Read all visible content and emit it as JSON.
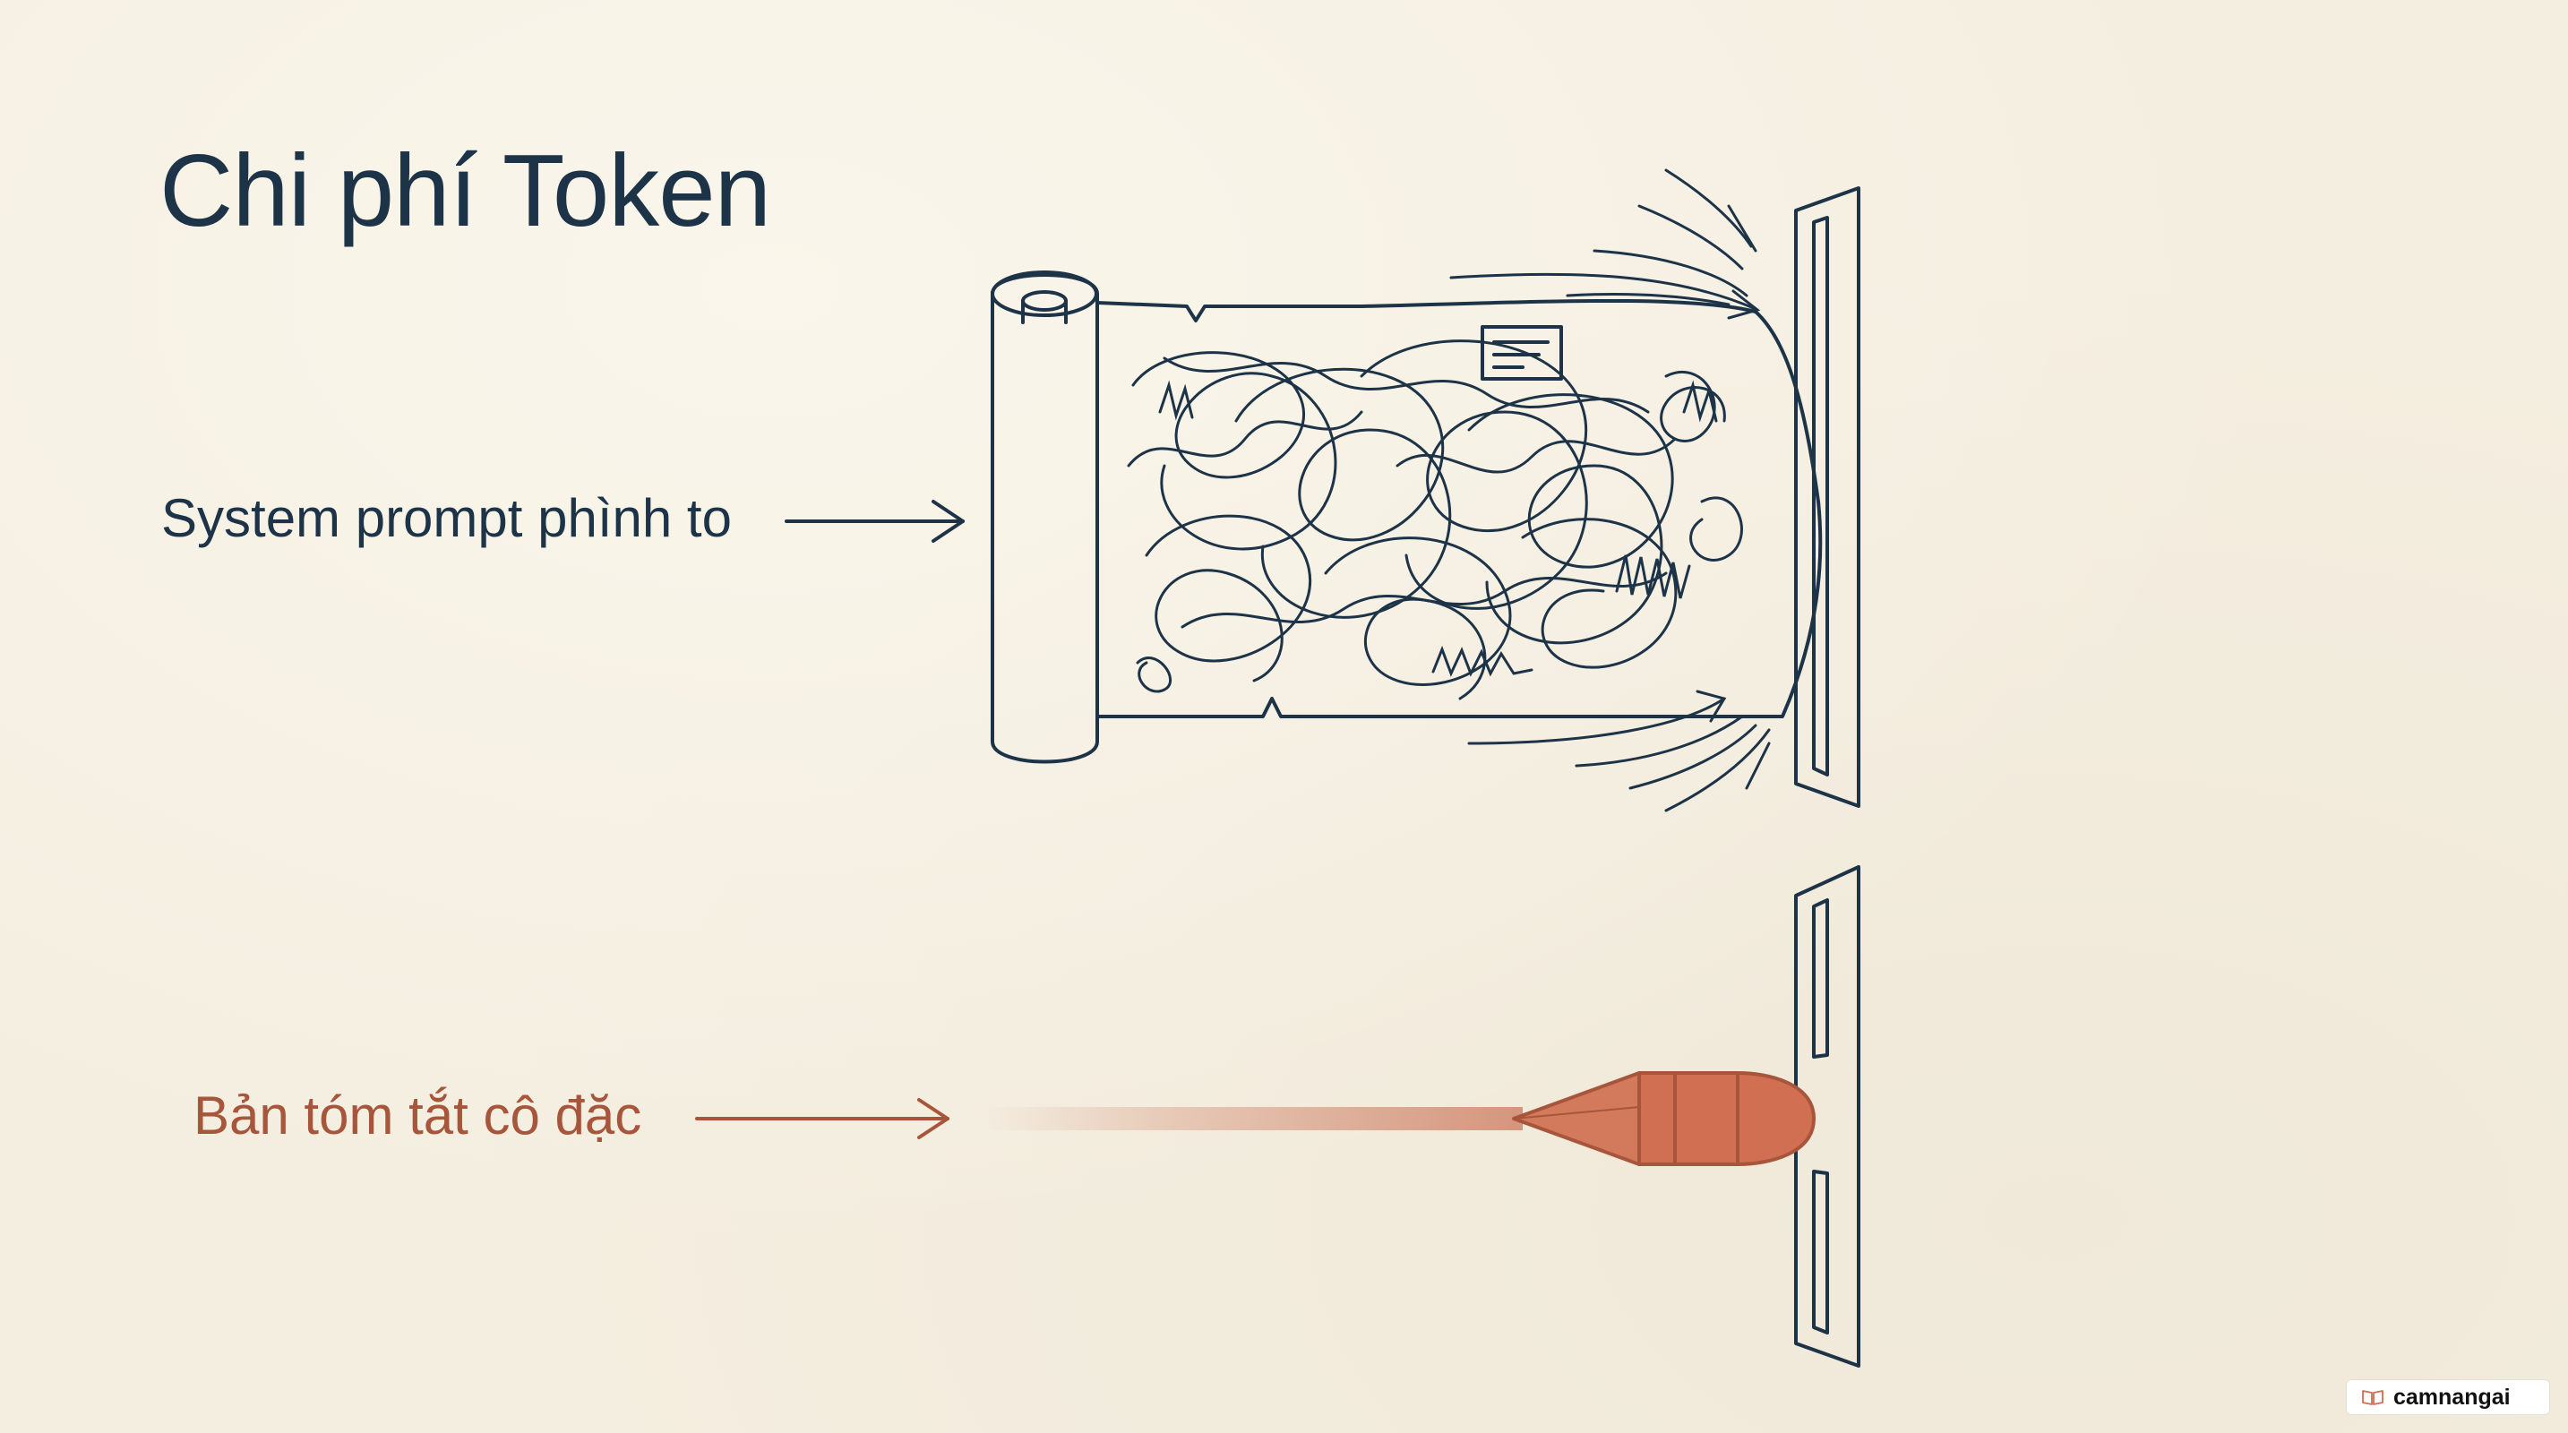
{
  "slide": {
    "title": "Chi phí Token",
    "label_bloated": "System prompt phình to",
    "label_condensed": "Bản tóm tắt cô đặc"
  },
  "watermark": {
    "text": "camnangai",
    "icon": "book-icon"
  },
  "colors": {
    "background": "#f4eee0",
    "ink": "#1d3347",
    "accent": "#c25c3e",
    "accent_text": "#a7563c"
  }
}
